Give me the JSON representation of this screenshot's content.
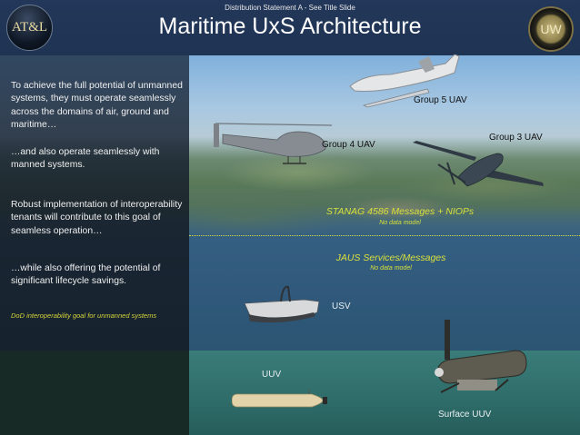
{
  "header": {
    "distribution": "Distribution Statement A - See Title Slide",
    "title": "Maritime UxS Architecture",
    "logo_left": "AT&L",
    "logo_right": "UW"
  },
  "sidebar": {
    "paragraphs": [
      "To achieve the full potential of unmanned systems, they must operate seamlessly across the domains of air, ground and maritime…",
      "…and also operate seamlessly with manned systems.",
      "Robust implementation of interoperability tenants will contribute to this goal of seamless operation…",
      "…while also offering the potential of significant lifecycle savings."
    ],
    "note": "DoD interoperability goal for unmanned systems"
  },
  "protocols": {
    "air": {
      "label": "STANAG 4586 Messages + NIOPs",
      "sub": "No data model"
    },
    "maritime": {
      "label": "JAUS Services/Messages",
      "sub": "No data model"
    }
  },
  "vehicles": [
    {
      "id": "group5",
      "label": "Group 5 UAV",
      "icon": "global-hawk-uav"
    },
    {
      "id": "group4",
      "label": "Group 4 UAV",
      "icon": "helicopter-uav"
    },
    {
      "id": "group3",
      "label": "Group 3 UAV",
      "icon": "fixed-wing-uav"
    },
    {
      "id": "usv",
      "label": "USV",
      "icon": "surface-boat"
    },
    {
      "id": "uuv",
      "label": "UUV",
      "icon": "torpedo-uuv"
    },
    {
      "id": "surface_uuv",
      "label": "Surface UUV",
      "icon": "snorkel-uuv"
    }
  ],
  "colors": {
    "accent_yellow": "#d9e03a",
    "header_bg": "#1f3353"
  }
}
